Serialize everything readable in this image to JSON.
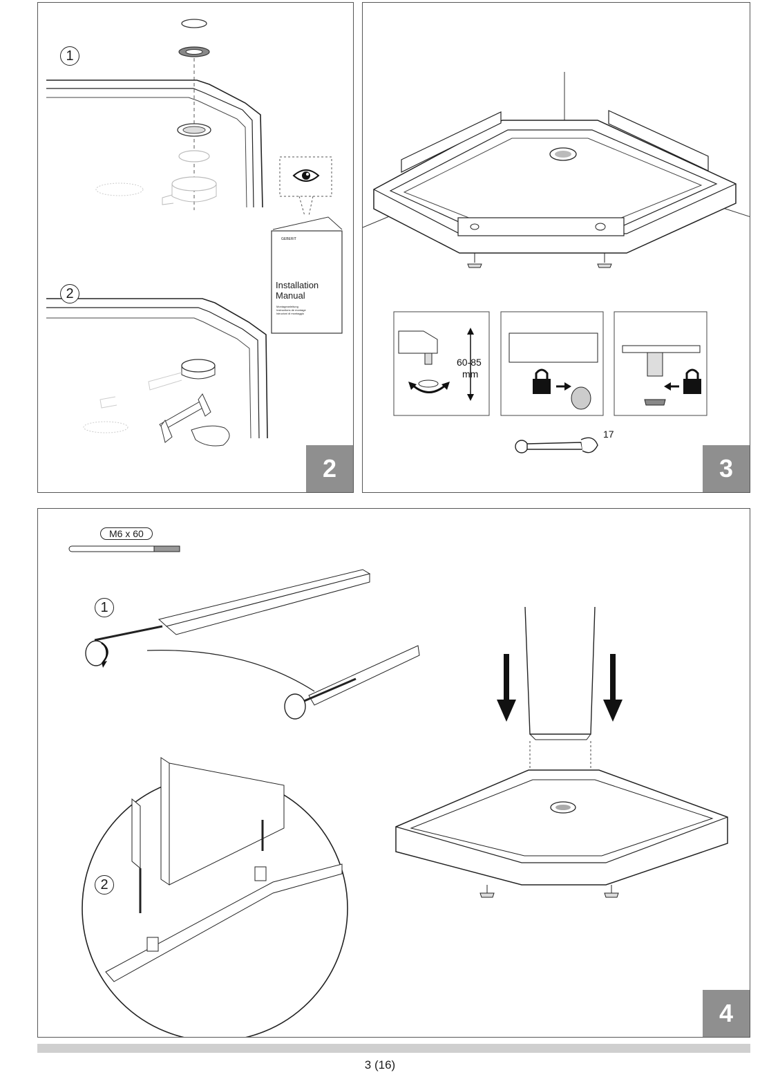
{
  "page": {
    "number": "3 (16)"
  },
  "panel_2": {
    "step": "2",
    "substeps": [
      "1",
      "2"
    ],
    "manual": {
      "brand": "GEBERIT",
      "title_line1": "Installation",
      "title_line2": "Manual",
      "subtitle": "Montageanleitung\nInstructions de montage\nIstruzioni di montaggio"
    },
    "icons": [
      "eye-icon",
      "hacksaw-icon"
    ]
  },
  "panel_3": {
    "step": "3",
    "height_range": "60-85",
    "height_unit": "mm",
    "wrench_size": "17",
    "icons": [
      "spirit-level-icon",
      "padlock-icon",
      "wrench-icon",
      "rotate-arrow-icon"
    ]
  },
  "panel_4": {
    "step": "4",
    "bolt_spec": "M6 x 60",
    "substeps": [
      "1",
      "2"
    ],
    "icons": [
      "down-arrow-icon",
      "screwdriver-rotate-icon"
    ]
  }
}
